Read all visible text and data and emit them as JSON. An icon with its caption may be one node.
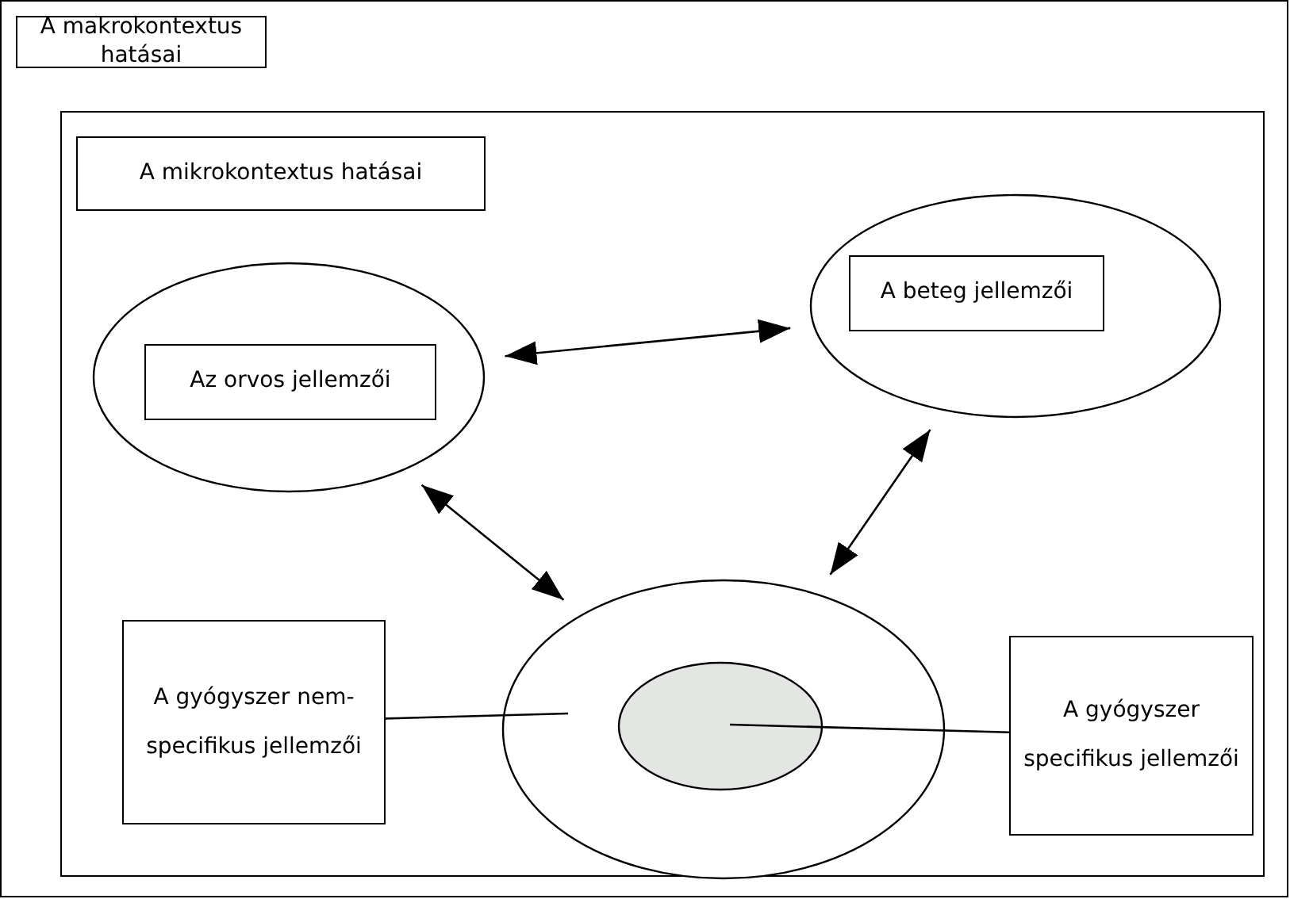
{
  "diagram": {
    "nodes": [
      {
        "text": [],
        "shape": "box"
      },
      {
        "text": [
          "A makrokontextus hatásai"
        ],
        "in": 0
      },
      {
        "text": [],
        "shape": "box",
        "in": 0
      },
      {
        "text": [
          "A mikrokontextus hatásai"
        ],
        "in": 2
      },
      {
        "text": [],
        "shape": "ellipse",
        "in": 2
      },
      {
        "text": [
          "Az orvos jellemzői"
        ],
        "in": 4
      },
      {
        "text": [],
        "shape": "ellipse",
        "in": 2
      },
      {
        "text": [
          "A beteg jellemzői"
        ],
        "in": 6
      },
      {
        "text": [],
        "shape": "ellipse",
        "in": 2
      },
      {
        "text": [],
        "shape": "ellipse",
        "in": 8
      },
      {
        "text": [
          "A gyógyszer nem-specifikus jellemzői"
        ],
        "in": 2
      },
      {
        "text": [
          "A gyógyszer specifikus jellemzői"
        ],
        "in": 2
      }
    ],
    "edges": [
      {
        "from": 4,
        "to": 6,
        "arrow": "both"
      },
      {
        "from": 4,
        "to": 8,
        "arrow": "both"
      },
      {
        "from": 6,
        "to": 8,
        "arrow": "both"
      },
      {
        "from": 10,
        "to": 8,
        "arrow": "none"
      },
      {
        "from": 11,
        "to": 9,
        "arrow": "none"
      }
    ]
  }
}
